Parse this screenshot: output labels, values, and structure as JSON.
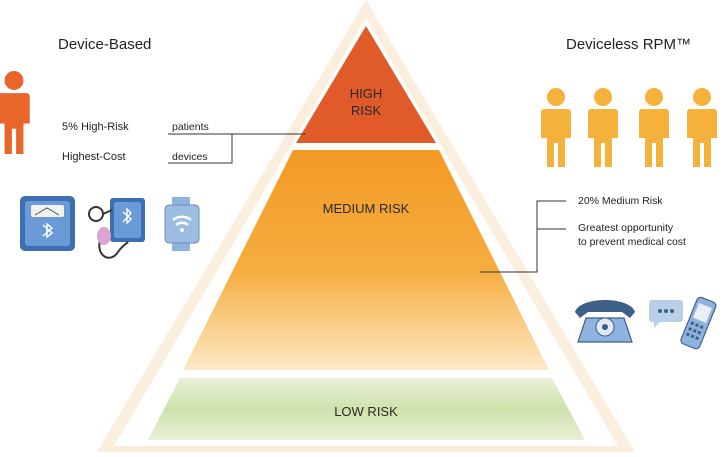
{
  "left": {
    "heading": "Device-Based",
    "stat_risk": "5% High-Risk",
    "stat_cost": "Highest-Cost",
    "callout_patients": "patients",
    "callout_devices": "devices"
  },
  "right": {
    "heading": "Deviceless RPM™",
    "stat_risk": "20% Medium Risk",
    "opportunity_line1": "Greatest opportunity",
    "opportunity_line2": "to prevent medical cost"
  },
  "pyramid": {
    "high_line1": "HIGH",
    "high_line2": "RISK",
    "medium": "MEDIUM RISK",
    "low": "LOW RISK"
  },
  "colors": {
    "high_tier": "#e05a2a",
    "medium_tier": "#f3a12f",
    "low_tier": "#cfe2b0",
    "pyramid_border": "#fbeedd",
    "person_left": "#e8662a",
    "person_right": "#f4b23c",
    "device_blue": "#4a7fc0",
    "phone_blue": "#8fb3dc"
  },
  "icons": [
    "person-icon",
    "bathroom-scale-icon",
    "blood-pressure-cuff-icon",
    "wifi-watch-icon",
    "rotary-phone-icon",
    "mobile-phone-icon",
    "chat-bubble-icon"
  ]
}
